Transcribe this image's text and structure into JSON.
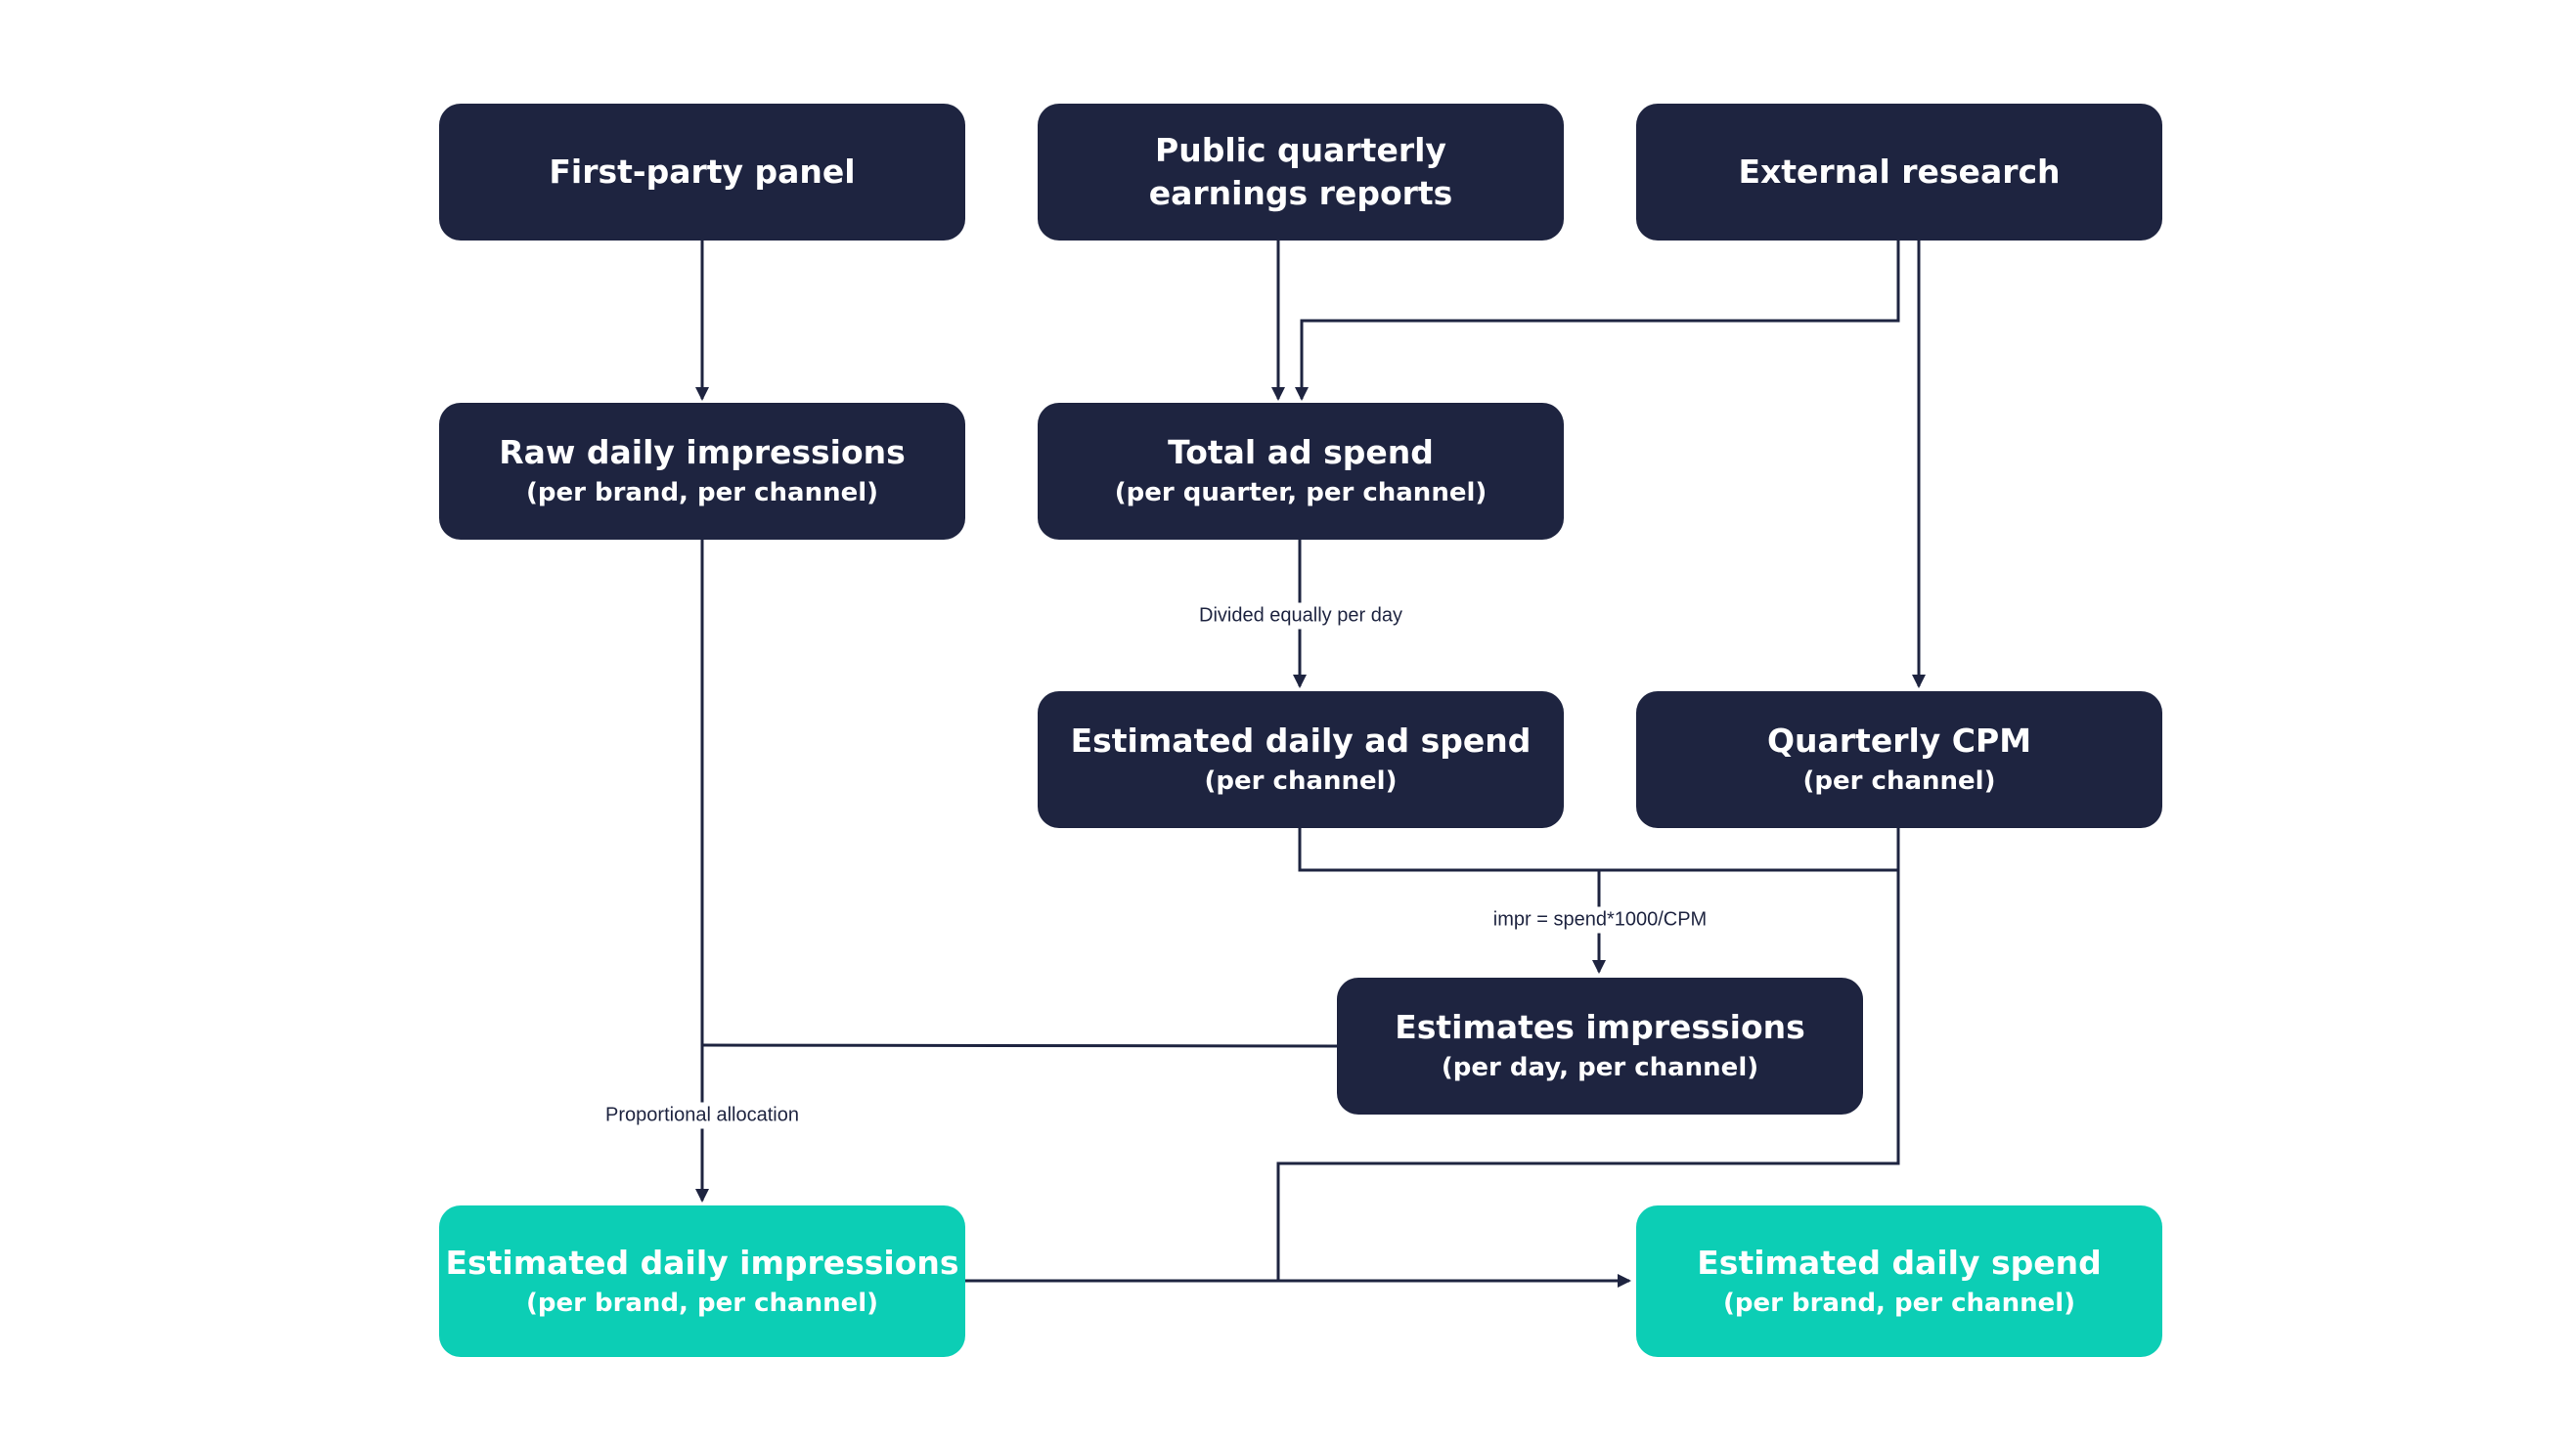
{
  "nodes": {
    "first_party_panel": {
      "title": "First-party panel"
    },
    "public_reports": {
      "title_line1": "Public quarterly",
      "title_line2": "earnings reports"
    },
    "external_research": {
      "title": "External research"
    },
    "raw_impressions": {
      "title": "Raw daily impressions",
      "sub": "(per brand, per channel)"
    },
    "total_ad_spend": {
      "title": "Total ad spend",
      "sub": "(per quarter, per channel)"
    },
    "estimated_daily_ad_spend": {
      "title": "Estimated daily ad spend",
      "sub": "(per channel)"
    },
    "quarterly_cpm": {
      "title": "Quarterly CPM",
      "sub": "(per channel)"
    },
    "estimates_impressions": {
      "title": "Estimates impressions",
      "sub": "(per day, per channel)"
    },
    "estimated_daily_impressions": {
      "title": "Estimated daily impressions",
      "sub": "(per brand, per channel)"
    },
    "estimated_daily_spend": {
      "title": "Estimated daily spend",
      "sub": "(per brand, per channel)"
    }
  },
  "edge_labels": {
    "divided": "Divided equally per day",
    "formula": "impr = spend*1000/CPM",
    "proportional": "Proportional allocation"
  },
  "colors": {
    "node_dark": "#1e2440",
    "node_output": "#0cceb5",
    "connector": "#1e2440",
    "text": "#ffffff"
  }
}
